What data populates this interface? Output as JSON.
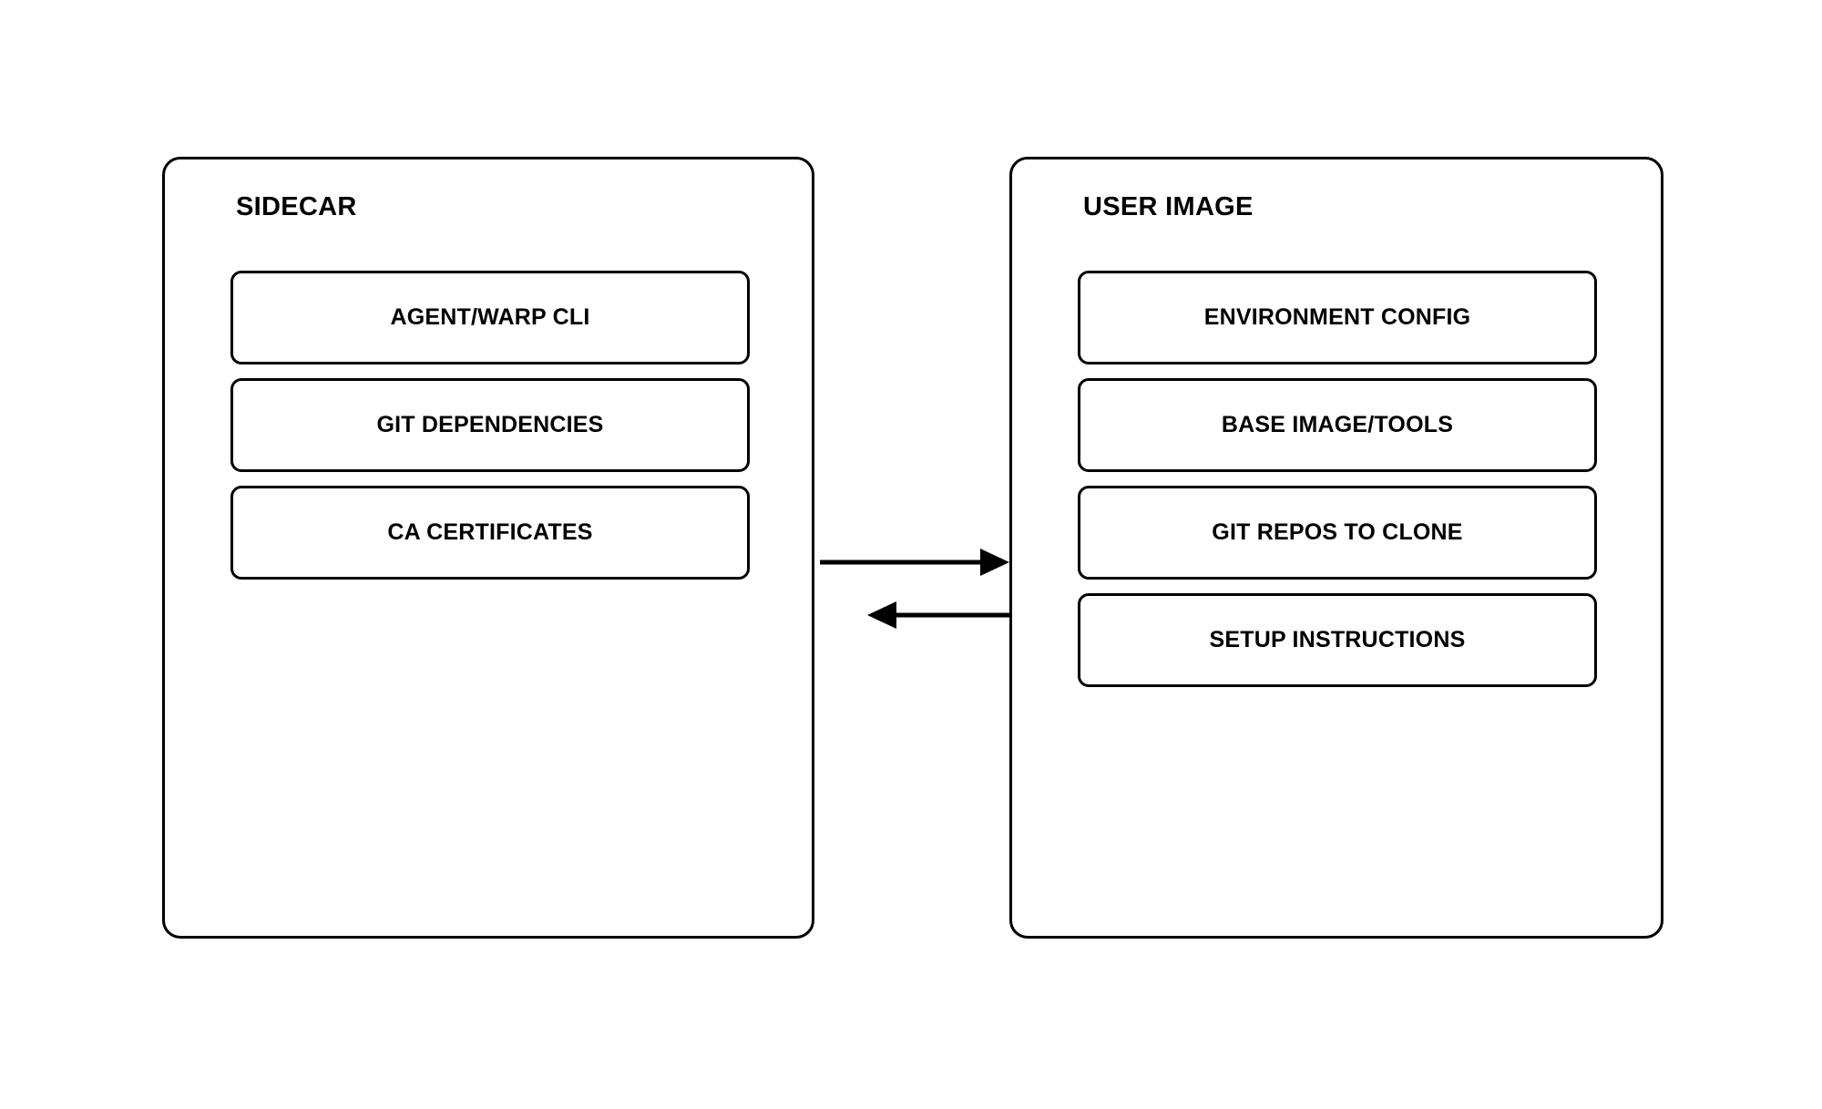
{
  "diagram": {
    "title_hidden": "",
    "background_color": "#ffffff",
    "line_color": "#000000",
    "panels": [
      {
        "id": "sidecar",
        "title": "SIDECAR",
        "items": [
          {
            "label": "AGENT/WARP CLI"
          },
          {
            "label": "GIT DEPENDENCIES"
          },
          {
            "label": "CA CERTIFICATES"
          }
        ]
      },
      {
        "id": "user-image",
        "title": "USER IMAGE",
        "items": [
          {
            "label": "ENVIRONMENT CONFIG"
          },
          {
            "label": "BASE IMAGE/TOOLS"
          },
          {
            "label": "GIT REPOS TO CLONE"
          },
          {
            "label": "SETUP INSTRUCTIONS"
          }
        ]
      }
    ],
    "connectors": [
      {
        "id": "sidecar-to-user-image",
        "direction": "right",
        "label": ""
      },
      {
        "id": "user-image-to-sidecar",
        "direction": "left",
        "label": ""
      }
    ]
  }
}
